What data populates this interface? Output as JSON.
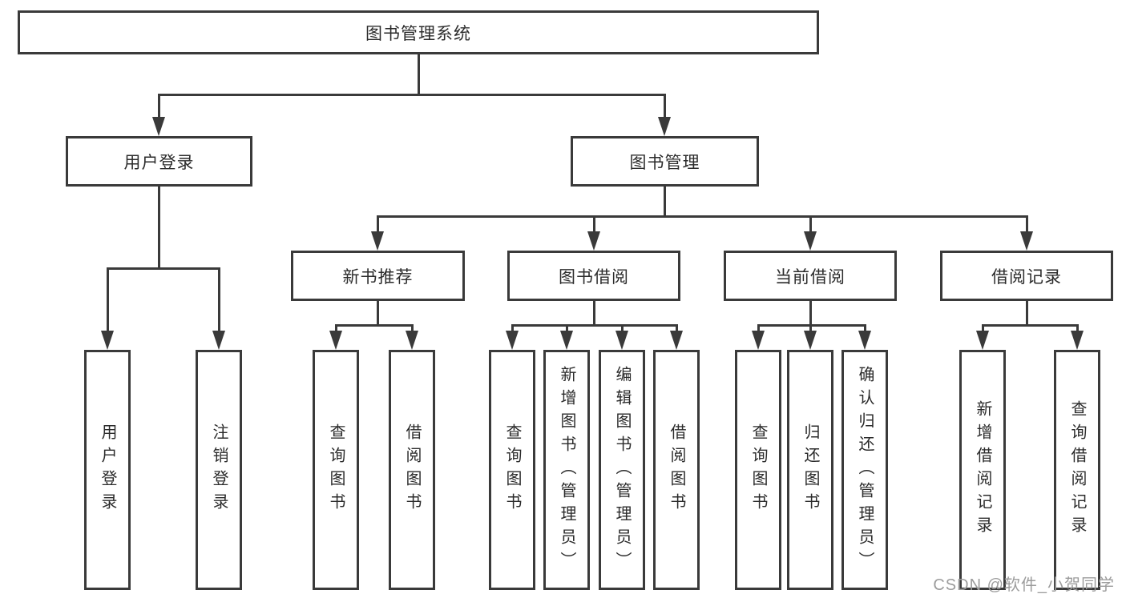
{
  "diagram": {
    "root": {
      "label": "图书管理系统"
    },
    "level2": [
      {
        "label": "用户登录"
      },
      {
        "label": "图书管理"
      }
    ],
    "level3": [
      {
        "label": "新书推荐"
      },
      {
        "label": "图书借阅"
      },
      {
        "label": "当前借阅"
      },
      {
        "label": "借阅记录"
      }
    ],
    "leaves": {
      "user_login": [
        {
          "label": "用户登录"
        },
        {
          "label": "注销登录"
        }
      ],
      "new_book_recommendation": [
        {
          "label": "查询图书"
        },
        {
          "label": "借阅图书"
        }
      ],
      "book_borrowing": [
        {
          "label": "查询图书"
        },
        {
          "label": "新增图书（管理员）"
        },
        {
          "label": "编辑图书（管理员）"
        },
        {
          "label": "借阅图书"
        }
      ],
      "current_borrowing": [
        {
          "label": "查询图书"
        },
        {
          "label": "归还图书"
        },
        {
          "label": "确认归还（管理员）"
        }
      ],
      "borrowing_records": [
        {
          "label": "新增借阅记录"
        },
        {
          "label": "查询借阅记录"
        }
      ]
    },
    "colors": {
      "line": "#3a3a3a",
      "box_border": "#3a3a3a",
      "text": "#2b2b2b",
      "watermark_text": "#9c9c9c",
      "background": "#ffffff"
    },
    "watermark": "CSDN @软件_小贺同学"
  }
}
